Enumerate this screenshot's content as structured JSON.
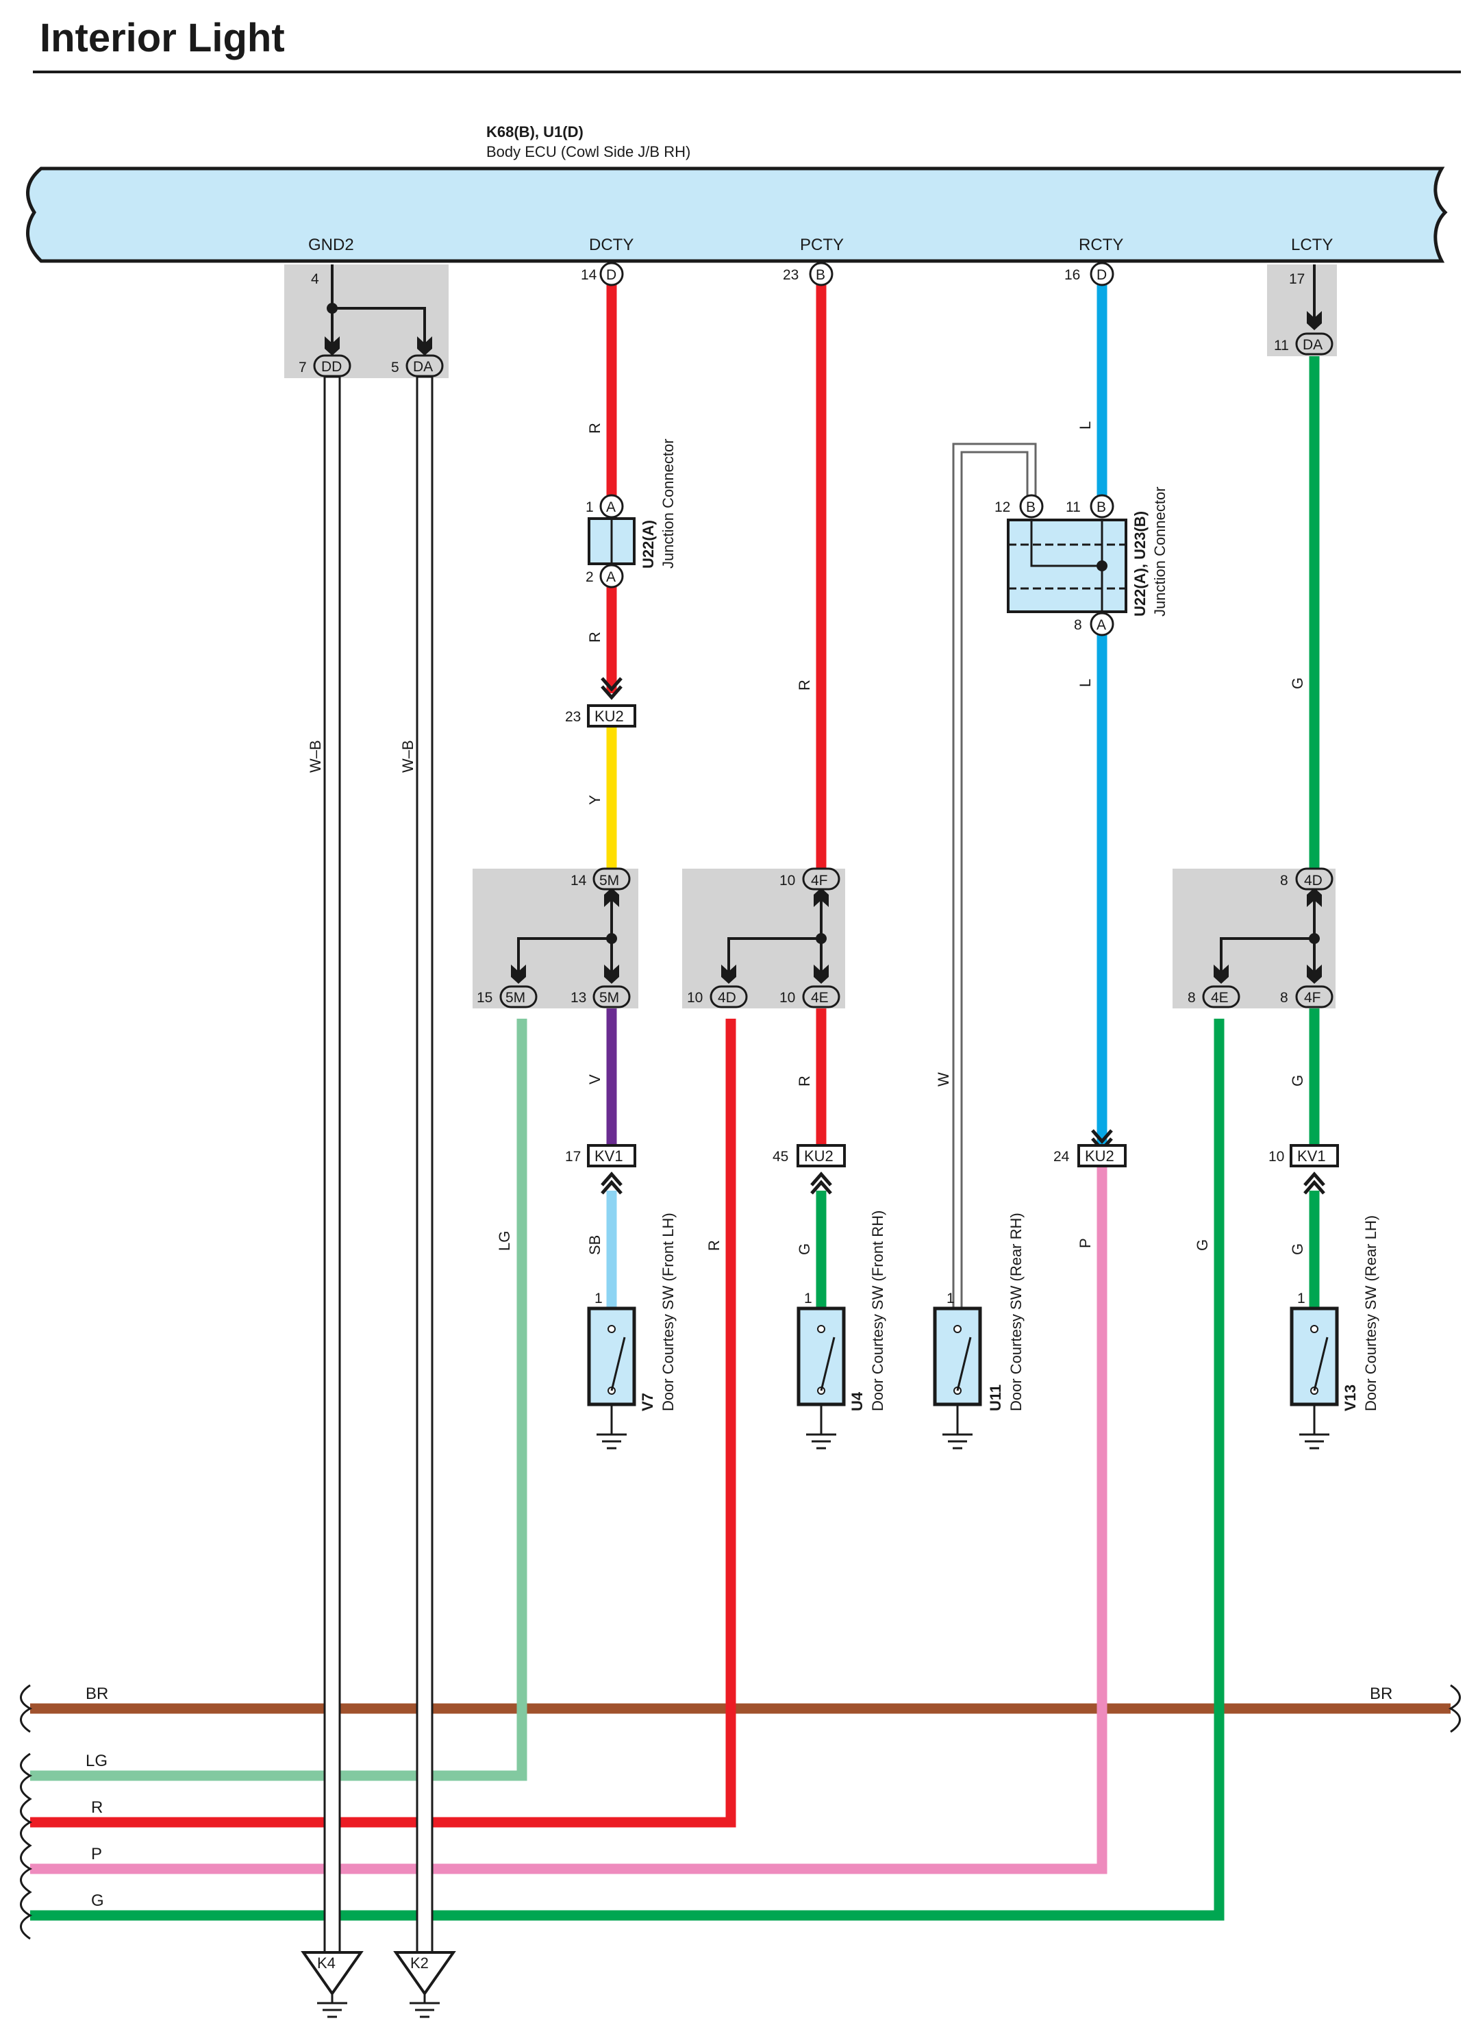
{
  "title": "Interior Light",
  "colors": {
    "ecu_fill": "#c6e8f8",
    "gray_box": "#d3d3d3",
    "red": "#ec1c24",
    "blue": "#08a8e6",
    "green": "#00a651",
    "light_green": "#82c9a0",
    "yellow": "#ffde00",
    "violet": "#6a2c91",
    "sky_blue": "#8dd4f3",
    "pink": "#ee8bbd",
    "brown": "#a0522d",
    "white_wire_outline": "#666666"
  },
  "ecu": {
    "codes": "K68(B), U1(D)",
    "name": "Body ECU (Cowl Side J/B RH)",
    "terminals": [
      {
        "label": "GND2",
        "pin": "4",
        "connector": ""
      },
      {
        "label": "DCTY",
        "pin": "14",
        "connector": "D"
      },
      {
        "label": "PCTY",
        "pin": "23",
        "connector": "B"
      },
      {
        "label": "RCTY",
        "pin": "16",
        "connector": "D"
      },
      {
        "label": "LCTY",
        "pin": "17",
        "connector": ""
      }
    ]
  },
  "gnd2_junction": {
    "left_pin": "7",
    "left_conn": "DD",
    "right_pin": "5",
    "right_conn": "DA"
  },
  "lcty_junction": {
    "pin": "11",
    "conn": "DA"
  },
  "junction_a": {
    "code": "U22(A)",
    "name": "Junction Connector",
    "top_pin": "1",
    "bottom_pin": "2",
    "conn": "A"
  },
  "junction_b": {
    "code": "U22(A), U23(B)",
    "name": "Junction Connector",
    "left_pin": "12",
    "right_pin": "11",
    "bottom_pin": "8",
    "top_conn": "B",
    "bottom_conn": "A"
  },
  "connectors": [
    {
      "pin": "23",
      "code": "KU2"
    },
    {
      "pin": "17",
      "code": "KV1"
    },
    {
      "pin": "45",
      "code": "KU2"
    },
    {
      "pin": "24",
      "code": "KU2"
    },
    {
      "pin": "10",
      "code": "KV1"
    }
  ],
  "junctions": [
    {
      "in_pin": "14",
      "in_conn": "5M",
      "left_pin": "15",
      "left_conn": "5M",
      "right_pin": "13",
      "right_conn": "5M"
    },
    {
      "in_pin": "10",
      "in_conn": "4F",
      "left_pin": "10",
      "left_conn": "4D",
      "right_pin": "10",
      "right_conn": "4E"
    },
    {
      "in_pin": "8",
      "in_conn": "4D",
      "left_pin": "8",
      "left_conn": "4E",
      "right_pin": "8",
      "right_conn": "4F"
    }
  ],
  "switches": [
    {
      "code": "V7",
      "name": "Door Courtesy SW (Front LH)",
      "pin": "1"
    },
    {
      "code": "U4",
      "name": "Door Courtesy SW (Front RH)",
      "pin": "1"
    },
    {
      "code": "U11",
      "name": "Door Courtesy SW (Rear RH)",
      "pin": "1"
    },
    {
      "code": "V13",
      "name": "Door Courtesy SW (Rear LH)",
      "pin": "1"
    }
  ],
  "wire_labels": {
    "wb1": "W–B",
    "wb2": "W–B",
    "dcty_r1": "R",
    "dcty_r2": "R",
    "dcty_y": "Y",
    "dcty_v": "V",
    "dcty_sb": "SB",
    "lg": "LG",
    "pcty_r_left": "R",
    "pcty_r1": "R",
    "pcty_r2": "R",
    "pcty_g": "G",
    "w_wire": "W",
    "rcty_l1": "L",
    "rcty_l2": "L",
    "rcty_p": "P",
    "lcty_g1": "G",
    "lcty_g_left": "G",
    "lcty_g2": "G",
    "lcty_g3": "G"
  },
  "bus": [
    {
      "label": "BR",
      "label_right": "BR"
    },
    {
      "label": "LG"
    },
    {
      "label": "R"
    },
    {
      "label": "P"
    },
    {
      "label": "G"
    }
  ],
  "grounds": [
    {
      "code": "K4"
    },
    {
      "code": "K2"
    }
  ]
}
